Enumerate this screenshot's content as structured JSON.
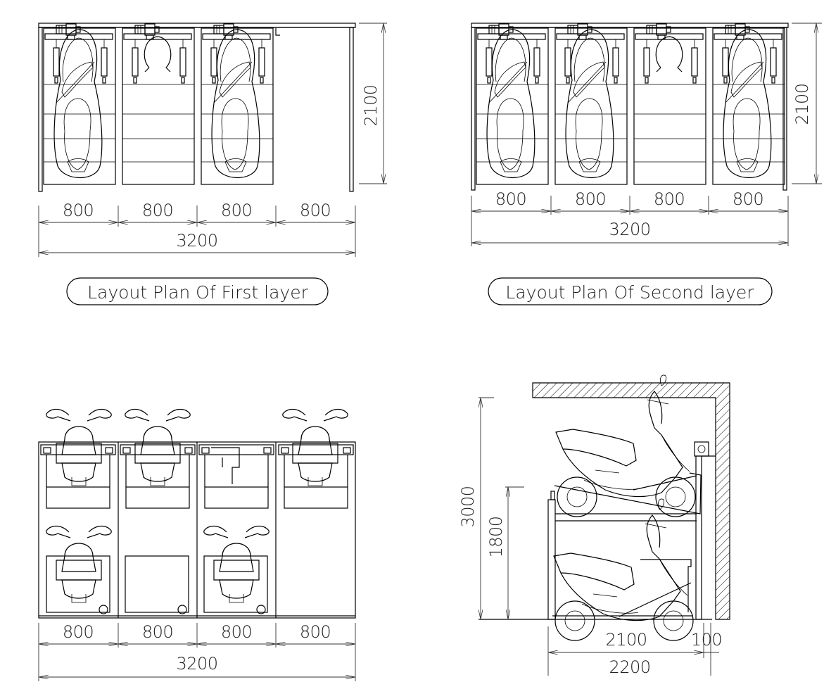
{
  "panels": {
    "first_layer": {
      "title": "Layout Plan Of First layer",
      "bay_widths": [
        "800",
        "800",
        "800",
        "800"
      ],
      "total_width": "3200",
      "depth": "2100"
    },
    "second_layer": {
      "title": "Layout Plan Of Second layer",
      "bay_widths": [
        "800",
        "800",
        "800",
        "800"
      ],
      "total_width": "3200",
      "depth": "2100"
    },
    "front_view": {
      "bay_widths": [
        "800",
        "800",
        "800",
        "800"
      ],
      "total_width": "3200"
    },
    "side_view": {
      "total_height": "3000",
      "upper_level_height": "1800",
      "rack_depth": "2100",
      "wall_gap": "100",
      "total_depth": "2200"
    }
  }
}
